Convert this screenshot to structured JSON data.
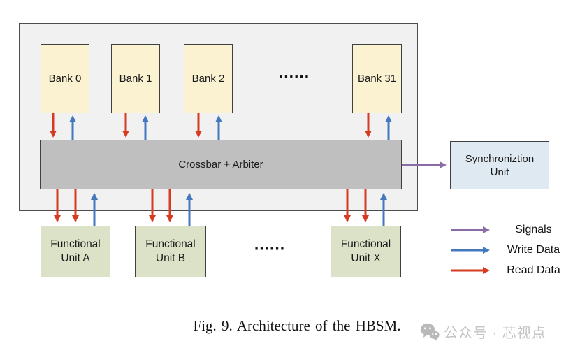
{
  "diagram": {
    "banks": [
      {
        "label": "Bank 0"
      },
      {
        "label": "Bank 1"
      },
      {
        "label": "Bank 2"
      },
      {
        "label": "Bank 31"
      }
    ],
    "banks_ellipsis": "......",
    "crossbar": {
      "label": "Crossbar + Arbiter"
    },
    "sync_unit": {
      "label": "Synchroniztion\nUnit"
    },
    "functional_units": [
      {
        "label": "Functional\nUnit A"
      },
      {
        "label": "Functional\nUnit B"
      },
      {
        "label": "Functional\nUnit X"
      }
    ],
    "fu_ellipsis": "......"
  },
  "legend": {
    "items": [
      {
        "label": "Signals",
        "color": "#8a6ba8"
      },
      {
        "label": "Write Data",
        "color": "#4377be"
      },
      {
        "label": "Read Data",
        "color": "#d63b22"
      }
    ]
  },
  "caption": "Fig. 9.  Architecture of the HBSM.",
  "watermark": {
    "icon": "wechat-icon",
    "text": "公众号 · 芯视点"
  },
  "colors": {
    "outer_fill": "#f1f1f2",
    "bank_fill": "#fbf2d1",
    "crossbar_fill": "#bfbfbf",
    "sync_unit_fill": "#dee9f1",
    "functional_unit_fill": "#dce2c8",
    "signals_arrow": "#8a6ba8",
    "write_data_arrow": "#4377be",
    "read_data_arrow": "#d63b22"
  }
}
